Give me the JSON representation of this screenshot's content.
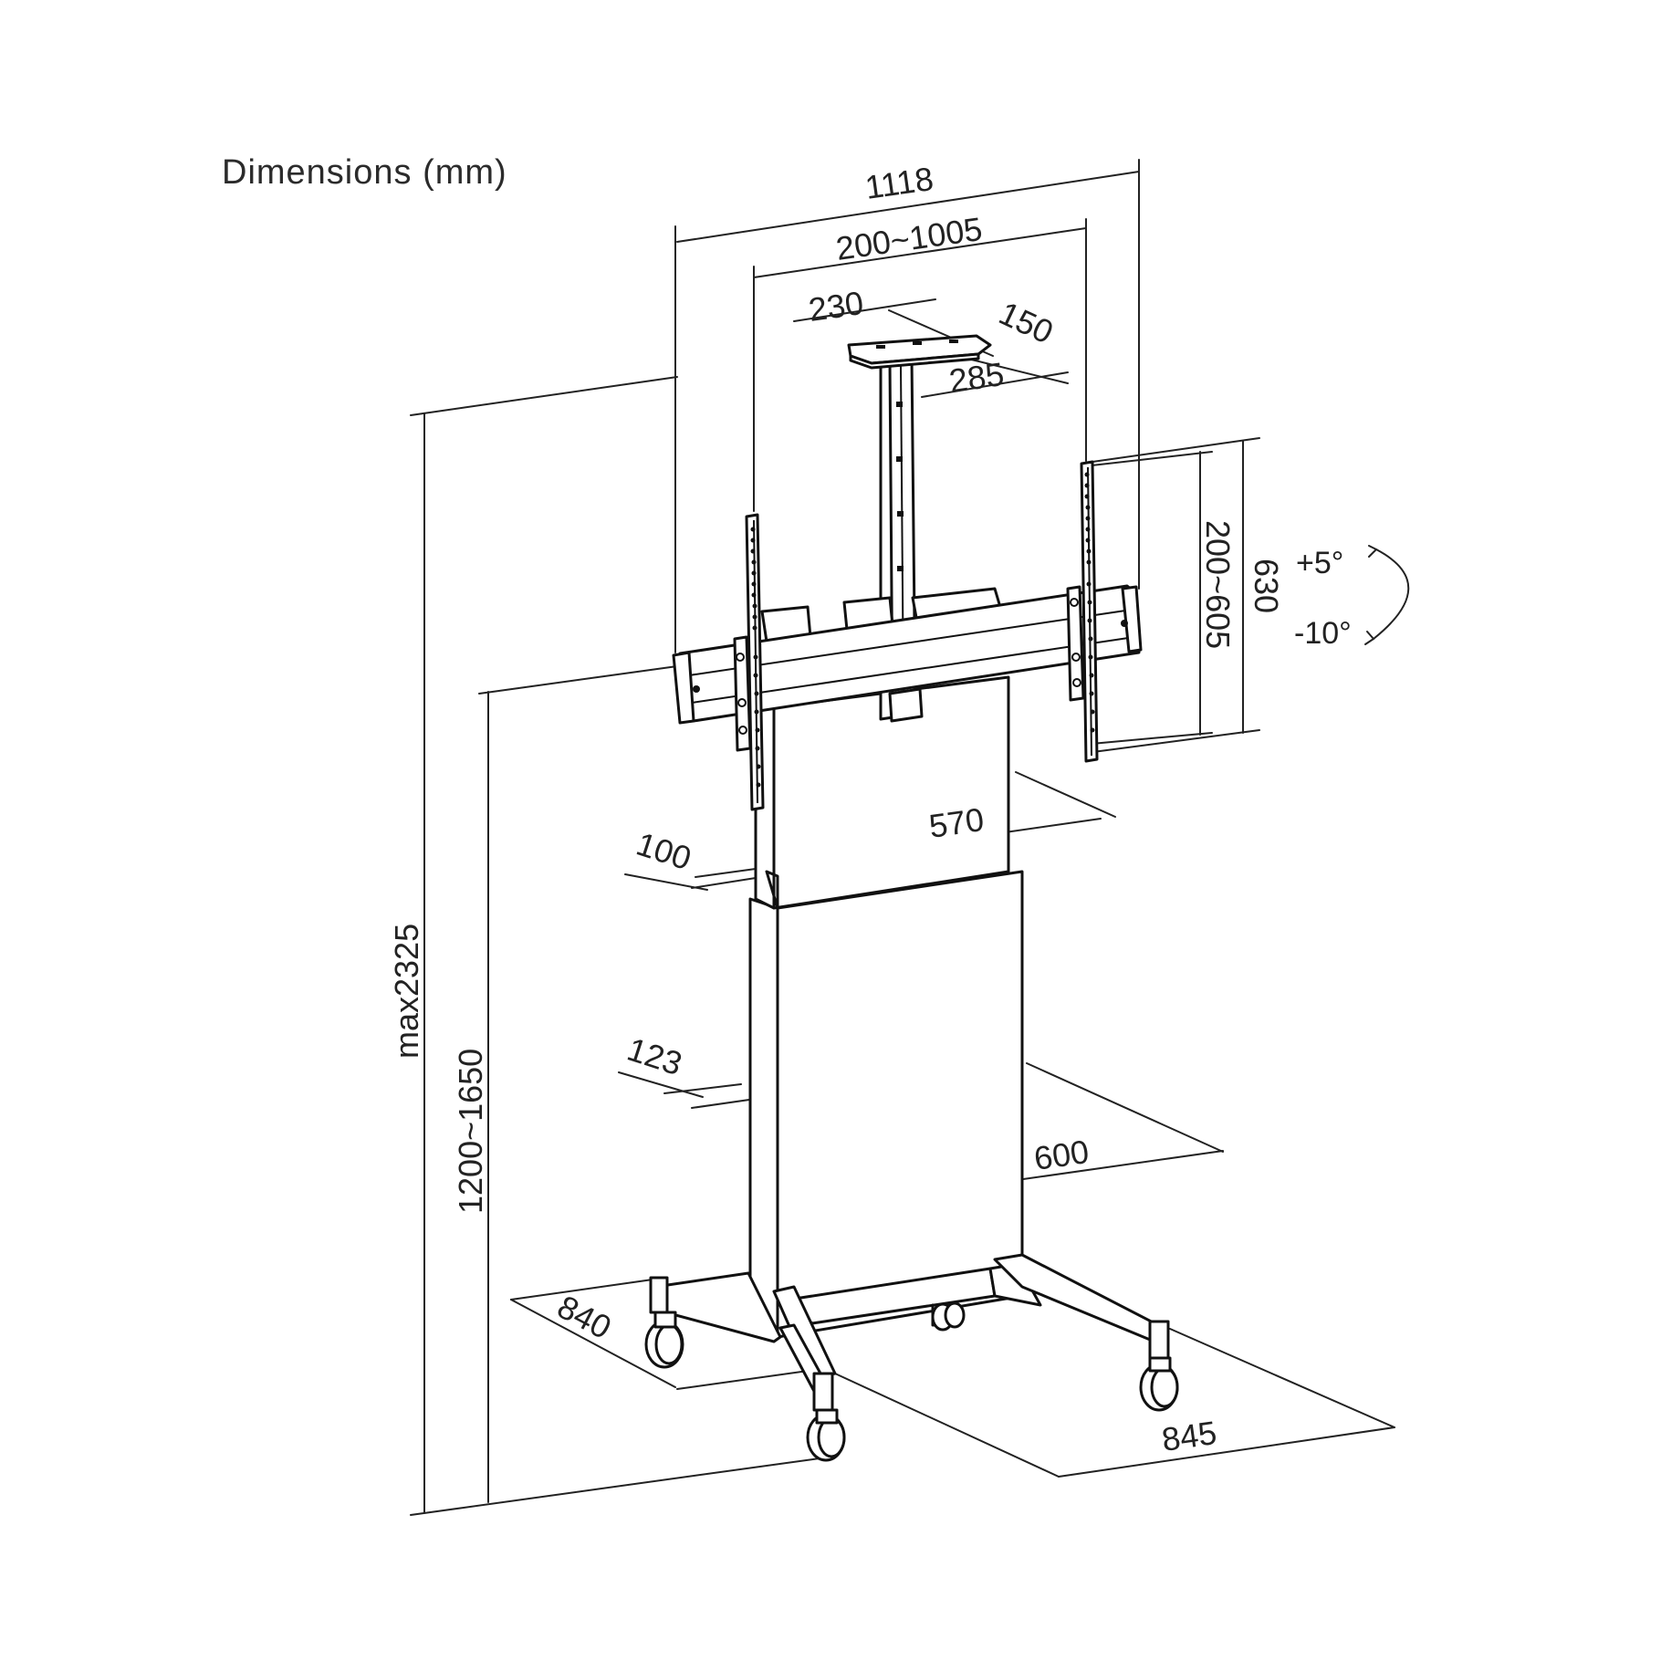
{
  "title": "Dimensions (mm)",
  "dimensions": {
    "total_width": "1118",
    "vesa_width": "200~1005",
    "shelf_width": "230",
    "shelf_depth": "150",
    "shelf_length": "285",
    "total_height": "max2325",
    "center_height": "1200~1650",
    "bracket_height": "630",
    "vesa_height": "200~605",
    "column_upper_width": "570",
    "column_upper_depth": "100",
    "column_lower_width": "600",
    "column_lower_depth": "123",
    "base_width": "845",
    "base_depth": "840"
  },
  "tilt": {
    "up": "+5°",
    "down": "-10°"
  }
}
